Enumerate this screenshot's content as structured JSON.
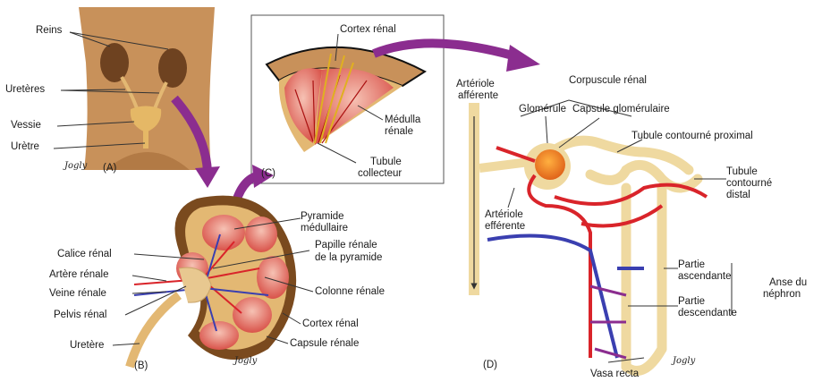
{
  "panels": {
    "a": "(A)",
    "b": "(B)",
    "c": "(C)",
    "d": "(D)"
  },
  "labels_a": {
    "reins": "Reins",
    "ureteres": "Uretères",
    "vessie": "Vessie",
    "uretre": "Urètre"
  },
  "labels_b": {
    "calice": "Calice rénal",
    "artere": "Artère rénale",
    "veine": "Veine rénale",
    "pelvis": "Pelvis rénal",
    "uretere": "Uretère",
    "pyramide_1": "Pyramide",
    "pyramide_2": "médullaire",
    "papille_1": "Papille rénale",
    "papille_2": "de la pyramide",
    "colonne": "Colonne rénale",
    "cortex": "Cortex rénal",
    "capsule": "Capsule rénale"
  },
  "labels_c": {
    "cortex": "Cortex rénal",
    "medulla_1": "Médulla",
    "medulla_2": "rénale",
    "tubule_1": "Tubule",
    "tubule_2": "collecteur"
  },
  "labels_d": {
    "arteriole_aff_1": "Artériole",
    "arteriole_aff_2": "afférente",
    "corpuscule": "Corpuscule rénal",
    "glomerule": "Glomérule",
    "capsule": "Capsule glomérulaire",
    "tcp": "Tubule contourné proximal",
    "tcd_1": "Tubule",
    "tcd_2": "contourné",
    "tcd_3": "distal",
    "arteriole_eff_1": "Artériole",
    "arteriole_eff_2": "efférente",
    "asc_1": "Partie",
    "asc_2": "ascendante",
    "desc_1": "Partie",
    "desc_2": "descendante",
    "anse_1": "Anse du",
    "anse_2": "néphron",
    "vasa": "Vasa recta"
  },
  "signature": "Jogly",
  "colors": {
    "skin": "#c8915a",
    "kidney": "#7a4a1e",
    "cortex": "#e3b873",
    "pyramid": "#e8817a",
    "artery": "#d9242a",
    "vein": "#3a3fb0",
    "tubule": "#efd9a0",
    "arrow": "#8b2d8f"
  }
}
